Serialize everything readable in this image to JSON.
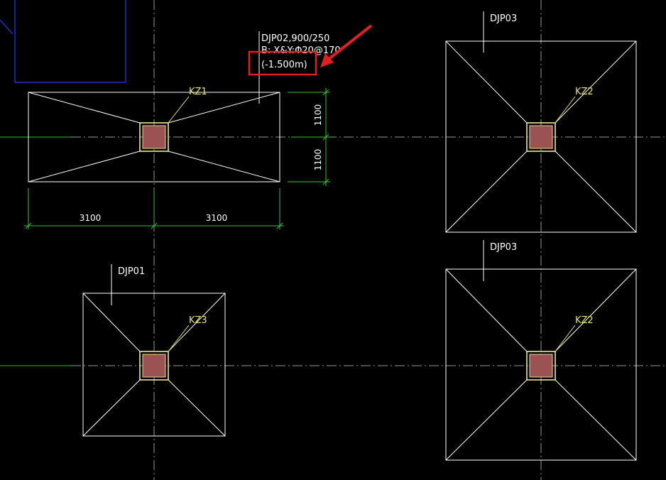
{
  "footings": [
    {
      "name": "DJP02,900/250",
      "rebar": "B: X&Y:Φ20@170",
      "elevation": "(-1.500m)",
      "column": "KZ1"
    },
    {
      "name": "DJP03",
      "column": "KZ2"
    },
    {
      "name": "DJP01",
      "column": "KZ3"
    },
    {
      "name": "DJP03",
      "column": "KZ2"
    }
  ],
  "dimensions": {
    "horizontal": [
      "3100",
      "3100"
    ],
    "vertical": [
      "1100",
      "1100"
    ]
  },
  "colors": {
    "background": "#000000",
    "footing_line": "#ffffff",
    "column_fill": "#9b5252",
    "column_label": "#e8e36a",
    "dimension_line": "#35c435",
    "highlight": "#e32020"
  }
}
